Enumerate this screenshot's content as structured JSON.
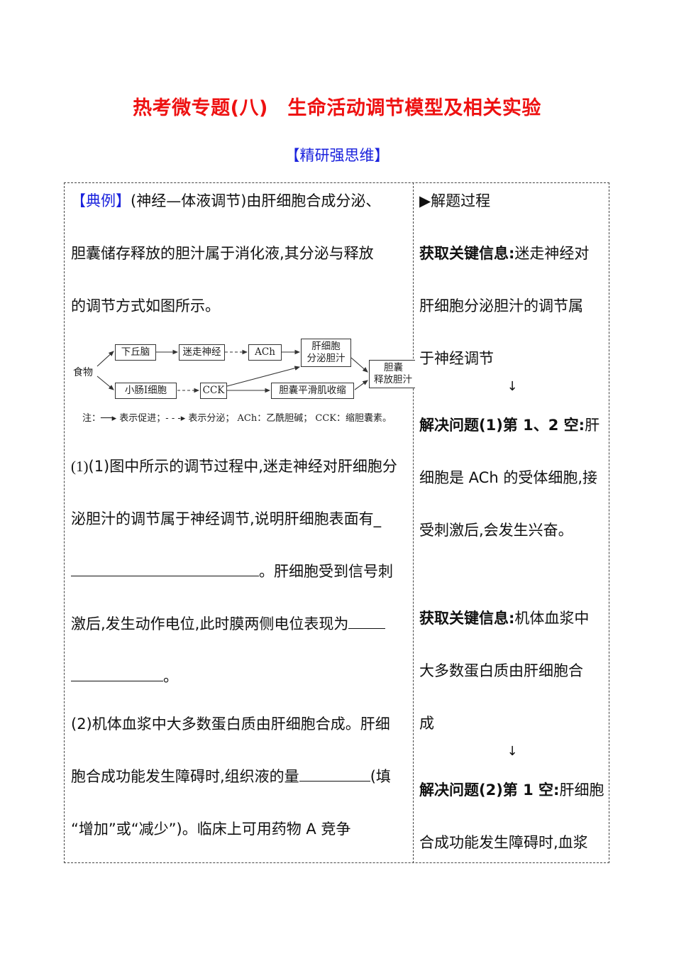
{
  "header": {
    "title": "热考微专题(八)　生命活动调节模型及相关实验",
    "subtitle": "【精研强思维】"
  },
  "colors": {
    "title_red": "#ee1111",
    "tag_blue": "#1a22dd",
    "text": "#111111",
    "border": "#444444"
  },
  "left": {
    "example_tag": "【典例】",
    "intro": [
      "(神经—体液调节)由肝细胞合成分泌、",
      "胆囊储存释放的胆汁属于消化液,其分泌与释放",
      "的调节方式如图所示。"
    ],
    "q1": [
      "(1)图中所示的调节过程中,迷走神经对肝细胞分",
      "泌胆汁的调节属于神经调节,说明肝细胞表面有_",
      "。肝细胞受到信号刺",
      "激后,发生动作电位,此时膜两侧电位表现为",
      "。"
    ],
    "q2": [
      "(2)机体血浆中大多数蛋白质由肝细胞合成。肝细",
      "胞合成功能发生障碍时,组织液的量",
      "(填",
      "“增加”或“减少”)。临床上可用药物 A 竞争"
    ]
  },
  "diagram": {
    "start": "食物",
    "nodes": {
      "hypothalamus": "下丘脑",
      "vagus": "迷走神经",
      "ach": "ACh",
      "liver": [
        "肝细胞",
        "分泌胆汁"
      ],
      "intestine": "小肠Ⅰ细胞",
      "cck": "CCK",
      "gb_muscle": "胆囊平滑肌收缩",
      "gb_release": [
        "胆囊",
        "释放胆汁"
      ]
    },
    "note": "注：──▸ 表示促进；- - -▸ 表示分泌；  ACh：乙酰胆碱；  CCK：缩胆囊素。"
  },
  "right": {
    "heading": "▶解题过程",
    "block1": {
      "label": "获取关键信息:",
      "lines": [
        "迷走神经对",
        "肝细胞分泌胆汁的调节属",
        "于神经调节"
      ]
    },
    "arrow": "↓",
    "block2": {
      "label": "解决问题(1)第 1、2 空:",
      "lines": [
        "肝",
        "细胞是 ACh 的受体细胞,接",
        "受刺激后,会发生兴奋。"
      ]
    },
    "block3": {
      "label": "获取关键信息:",
      "lines": [
        "机体血浆中",
        "大多数蛋白质由肝细胞合",
        "成"
      ]
    },
    "block4": {
      "label": "解决问题(2)第 1 空:",
      "lines": [
        "肝细胞",
        "合成功能发生障碍时,血浆"
      ]
    }
  }
}
